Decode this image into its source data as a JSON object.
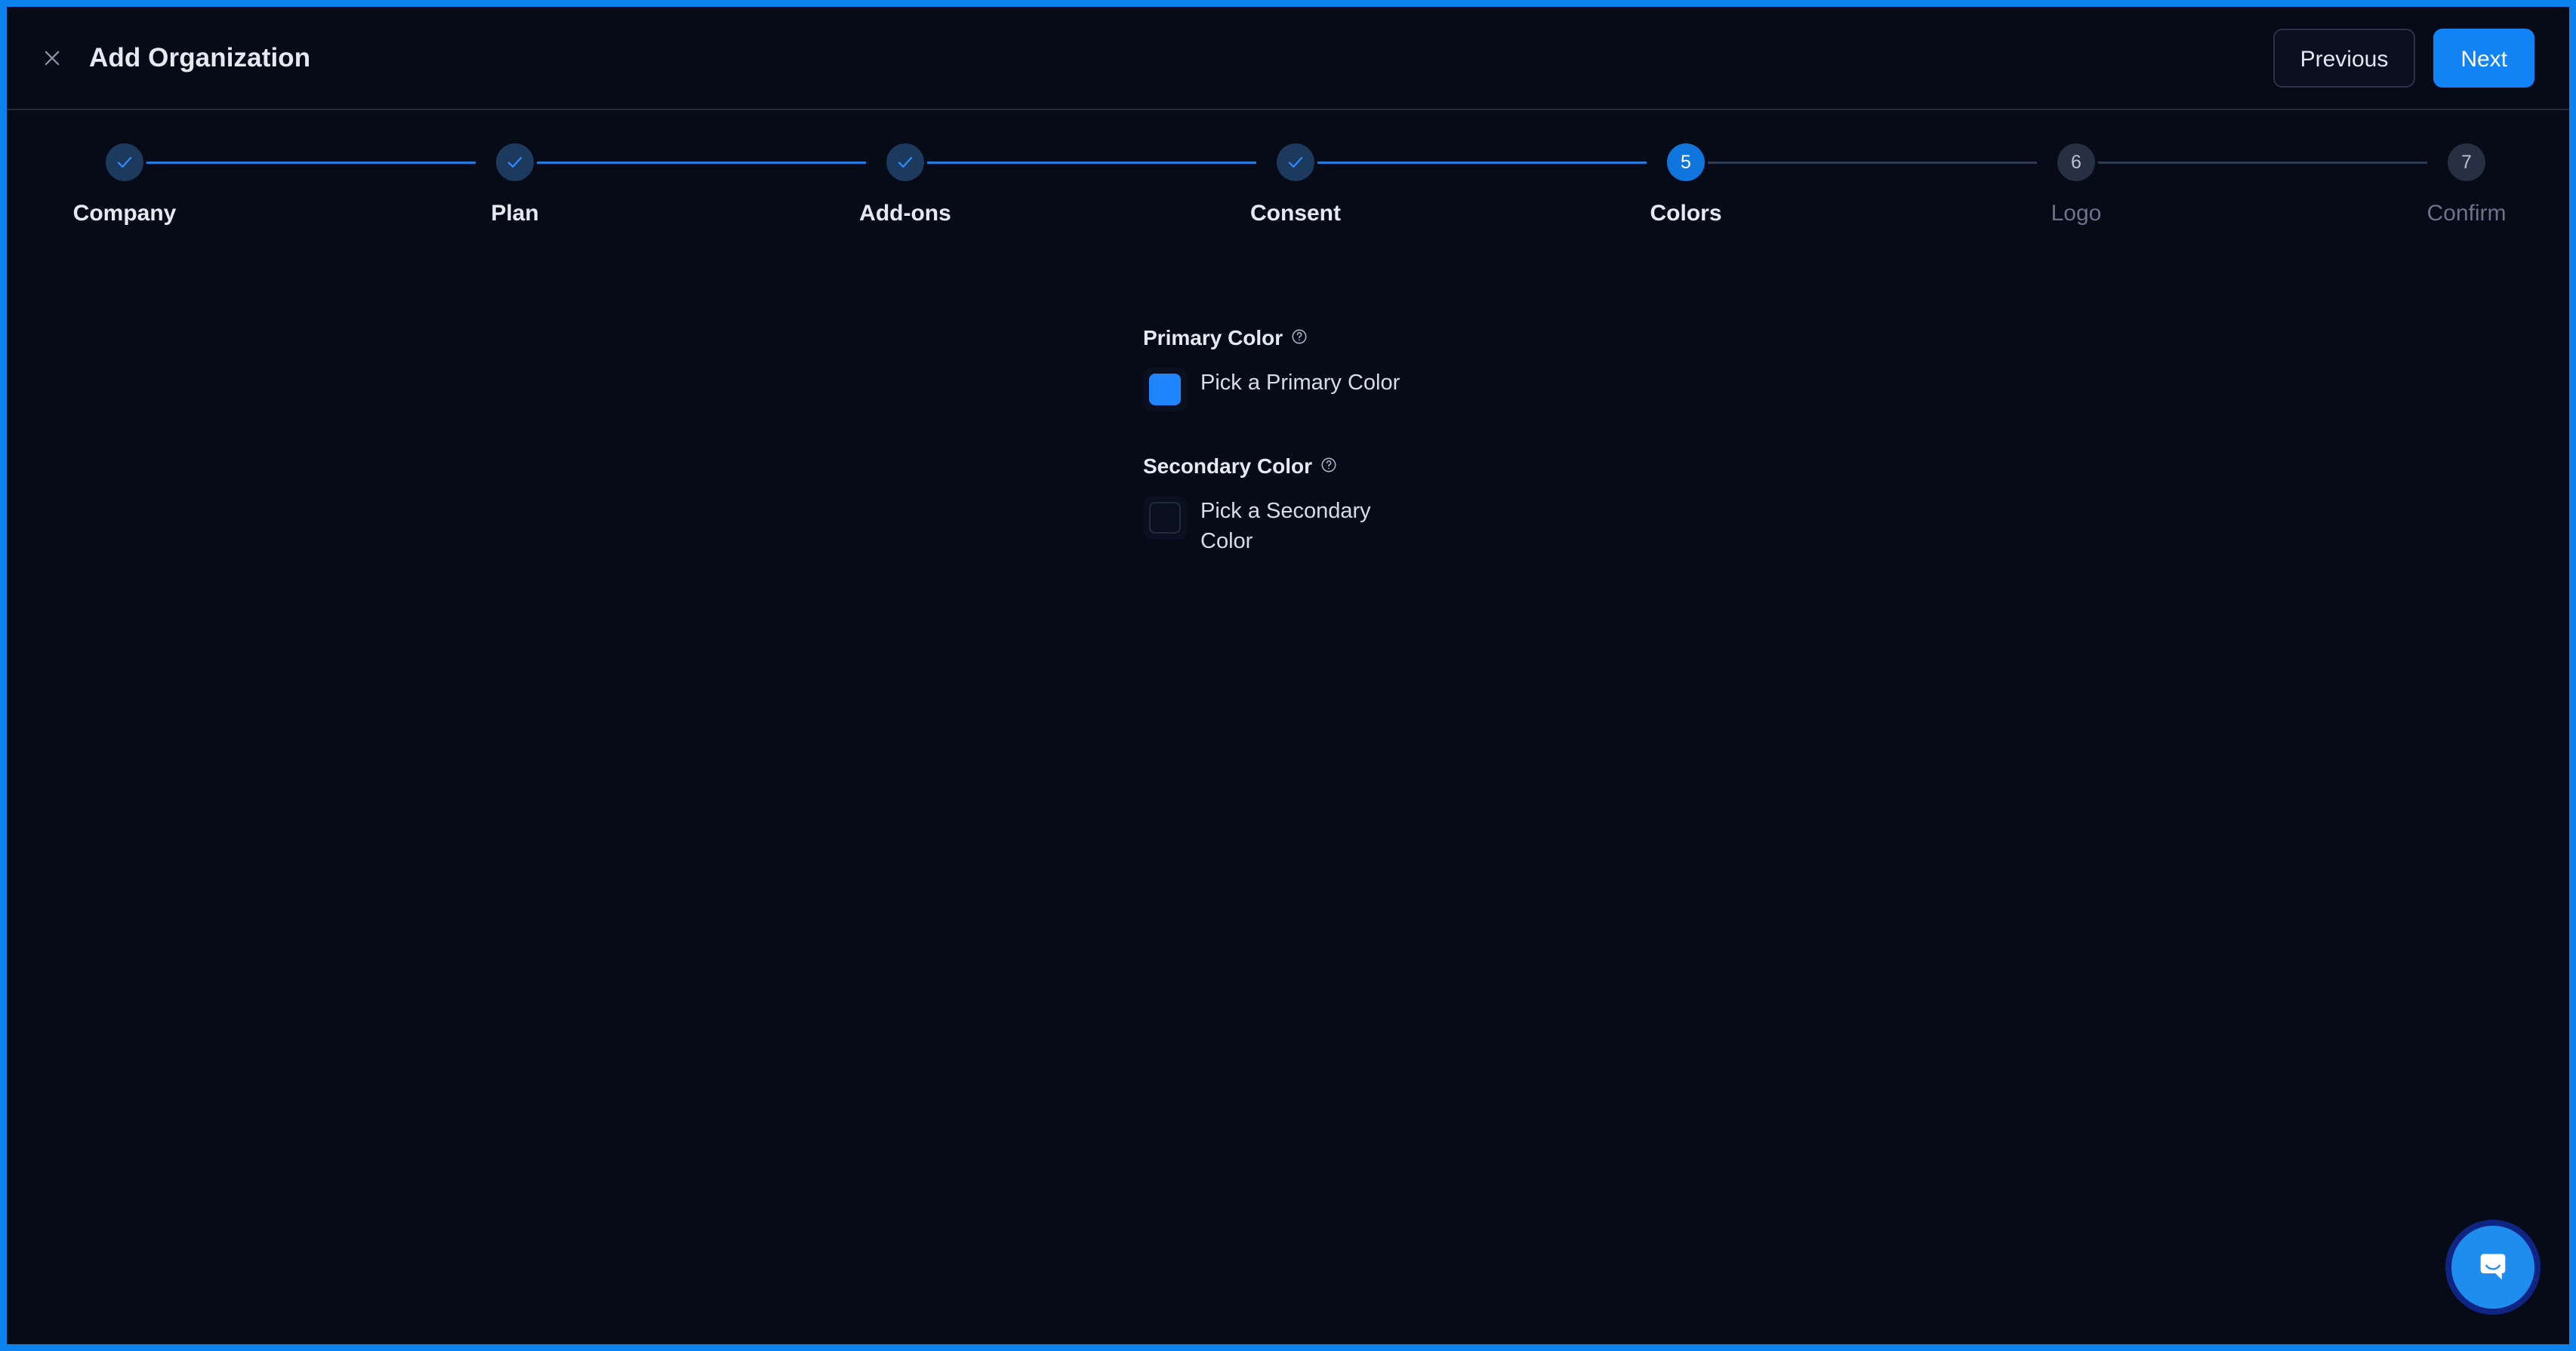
{
  "window": {
    "title": "Add Organization",
    "close_icon": "close-x-icon",
    "focus_ring_color": "#0a84ec",
    "background_color": "#070b18"
  },
  "header": {
    "title": "Add Organization",
    "previous_label": "Previous",
    "next_label": "Next",
    "next_color": "#1283f5"
  },
  "stepper": {
    "current_step": 5,
    "total_steps": 7,
    "steps": [
      {
        "number": "1",
        "label": "Company",
        "state": "done",
        "mark": "check-icon"
      },
      {
        "number": "2",
        "label": "Plan",
        "state": "done",
        "mark": "check-icon"
      },
      {
        "number": "3",
        "label": "Add-ons",
        "state": "done",
        "mark": "check-icon"
      },
      {
        "number": "4",
        "label": "Consent",
        "state": "done",
        "mark": "check-icon"
      },
      {
        "number": "5",
        "label": "Colors",
        "state": "active",
        "mark": "5"
      },
      {
        "number": "6",
        "label": "Logo",
        "state": "todo",
        "mark": "6"
      },
      {
        "number": "7",
        "label": "Confirm",
        "state": "todo",
        "mark": "7"
      }
    ],
    "connector_done_color": "#1f7fe0",
    "connector_todo_color": "#303a50"
  },
  "main": {
    "primary": {
      "label": "Primary Color",
      "help_icon": "help-circle-icon",
      "picker_label": "Pick a Primary Color",
      "swatch_value": "#1f85fe",
      "swatch_empty": false
    },
    "secondary": {
      "label": "Secondary Color",
      "help_icon": "help-circle-icon",
      "picker_label": "Pick a Secondary Color",
      "swatch_value": "",
      "swatch_empty": true
    }
  },
  "widgets": {
    "intercom": {
      "icon": "chat-bubble-icon",
      "color": "#1f8ded"
    }
  }
}
